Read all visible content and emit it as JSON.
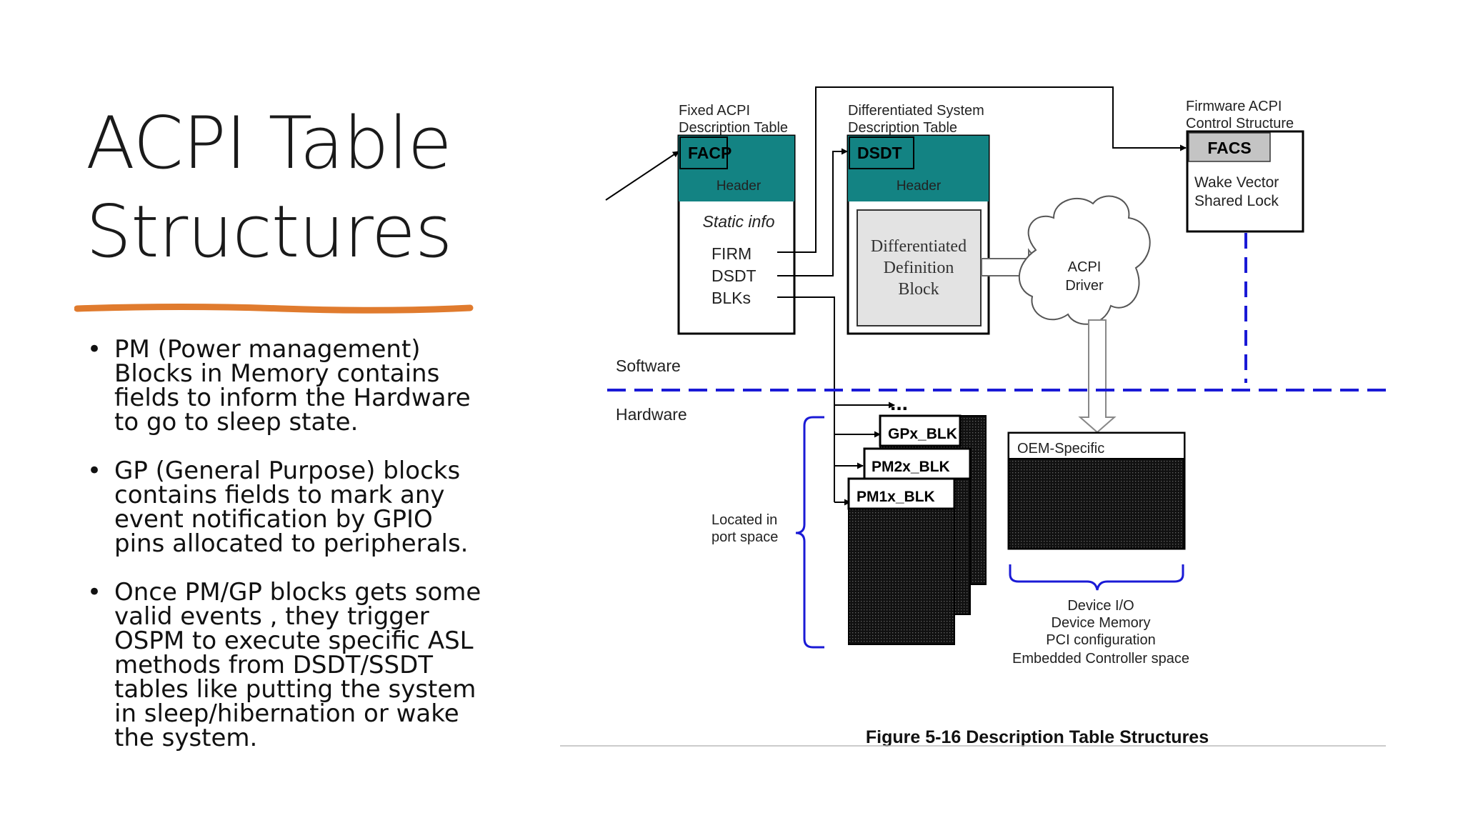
{
  "slide": {
    "title_line1": "ACPI Table",
    "title_line2": "Structures",
    "bullets": [
      "PM (Power management) Blocks in Memory contains fields to inform the Hardware to go to sleep state.",
      "GP (General Purpose) blocks contains fields to mark any event notification by GPIO pins allocated to peripherals.",
      "Once PM/GP blocks gets some valid events , they trigger OSPM to execute specific ASL methods from DSDT/SSDT tables   like putting the system in sleep/hibernation or wake the system."
    ],
    "accent_color": "#e07b2e"
  },
  "diagram": {
    "facp": {
      "caption_line1": "Fixed ACPI",
      "caption_line2": "Description Table",
      "name": "FACP",
      "header": "Header",
      "static_info": "Static info",
      "fields": [
        "FIRM",
        "DSDT",
        "BLKs"
      ]
    },
    "dsdt": {
      "caption_line1": "Differentiated System",
      "caption_line2": "Description Table",
      "name": "DSDT",
      "header": "Header",
      "block_lines": [
        "Differentiated",
        "Definition",
        "Block"
      ]
    },
    "facs": {
      "caption_line1": "Firmware ACPI",
      "caption_line2": "Control Structure",
      "name": "FACS",
      "lines": [
        "Wake Vector",
        "Shared Lock"
      ]
    },
    "acpi_driver": [
      "ACPI",
      "Driver"
    ],
    "software_label": "Software",
    "hardware_label": "Hardware",
    "ellipsis": "...",
    "blocks": [
      "GPx_BLK",
      "PM2x_BLK",
      "PM1x_BLK"
    ],
    "located_label": [
      "Located in",
      "port space"
    ],
    "oem_label": "OEM-Specific",
    "device_list": [
      "Device I/O",
      "Device Memory",
      "PCI configuration",
      "Embedded Controller space"
    ],
    "figure_caption": "Figure 5-16 Description Table Structures",
    "colors": {
      "teal": "#138383",
      "divider_blue": "#1a1ad6",
      "facs_gray": "#c4c4c4"
    }
  }
}
